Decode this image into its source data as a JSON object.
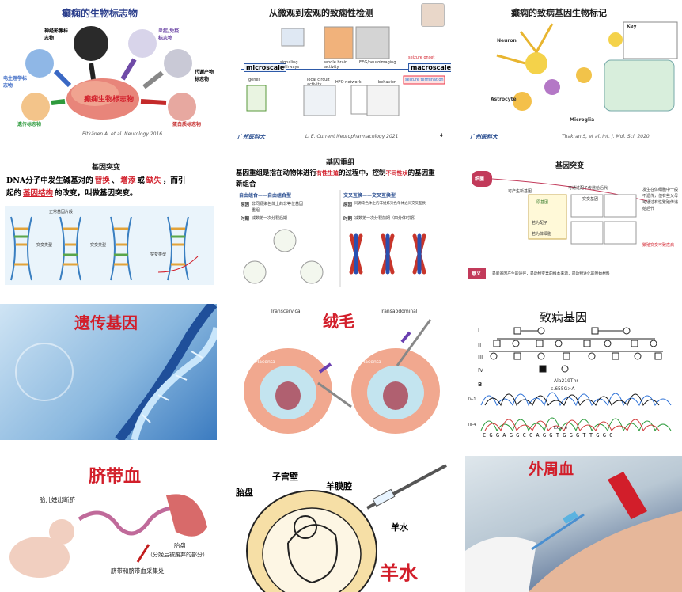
{
  "tiles": {
    "t1": {
      "title": "癫痫的生物标志物",
      "center": "癫痫生物标志物",
      "labels": [
        "神经影像标志物",
        "炎症/免疫标志物",
        "电生理学标志物",
        "代谢产物标志物",
        "遗传标志物",
        "蛋白质标志物"
      ],
      "citation": "Pitkänen A, et al. Neurology 2016"
    },
    "t2": {
      "title": "从微观到宏观的致痫性检测",
      "microscale": "microscale",
      "macroscale": "macroscale",
      "labels": [
        "genes",
        "signaling pathways",
        "local circuit activity",
        "HFO network",
        "whole brain activity",
        "EEG/neuroimaging",
        "seizure onset",
        "behavior",
        "seizure termination"
      ],
      "citation": "Li E. Current Neuropharmacology 2021",
      "page": "4"
    },
    "t3": {
      "title": "癫痫的致病基因生物标记",
      "labels": [
        "Neuron",
        "Astrocyte",
        "Microglia",
        "Key"
      ],
      "citation": "Thakran S, et al. Int. J. Mol. Sci. 2020"
    },
    "t4": {
      "title": "基因突变",
      "line1_pre": "DNA分子中发生碱基对的",
      "w1": "替换",
      "w2": "增添",
      "sep": "或",
      "w3": "缺失",
      "line1_post": "，而引",
      "line2_pre": "起的",
      "w4": "基因结构",
      "line2_post": "的改变，叫做基因突变。",
      "small": [
        "正常基因片段",
        "突变类型",
        "突变类型",
        "突变类型"
      ]
    },
    "t5": {
      "title": "基因重组",
      "line1_pre": "基因重组是指在",
      "bold1": "动",
      "line1_mid": "物体进行",
      "w1": "有性生殖",
      "line1_mid2": "的过程中，控制",
      "w2": "不同性状",
      "line1_post": "的基因重",
      "line2": "新组合",
      "left_head": "自由组合——自由组合型",
      "right_head": "交叉互换——交叉互换型",
      "left_row1_label": "原因",
      "left_row1": "非同源染色体上的非等位基因",
      "left_row1_tail": "重组",
      "left_row2_label": "时期",
      "left_row2": "减数第一次分裂后期",
      "right_row1_label": "原因",
      "right_row1": "同源染色体上的非姐妹染色单体之间交叉互换",
      "right_row2_label": "时期",
      "right_row2": "减数第一次分裂前期（四分体时期）"
    },
    "t6": {
      "title": "基因突变",
      "origin": "细菌",
      "labels": [
        "可产生新基因",
        "可通过配子传递给后代",
        "原基因",
        "突变基因",
        "若为配子",
        "若为体细胞",
        "发生在体细胞中一般不遗传，但有些父母可通过有性繁殖传递给后代",
        "繁殖突变可致癌病"
      ],
      "meaning": "意义",
      "meaning_text": "是新基因产生的途径，是动物变异的根本来源，是动物进化的原始材料"
    },
    "t7": {
      "title": "遗传基因"
    },
    "t8": {
      "title": "绒毛",
      "left": "Transcervical",
      "right": "Transabdominal",
      "placenta": "Placenta"
    },
    "t9": {
      "title": "致病基因",
      "rows": [
        "I",
        "II",
        "III",
        "IV",
        "B"
      ],
      "mutation": "Ala219Thr",
      "variant": "c.655G>A",
      "tracks": [
        "IV-1",
        "III-4"
      ],
      "exon": "Exon 6",
      "sequence": "C G G A G G C C A G G T G G G T T G G C"
    },
    "t10": {
      "title": "脐带血",
      "l1": "胎儿娩出断脐",
      "l2": "胎盘",
      "l3": "（分娩后被废弃的部分）",
      "l4": "脐带和脐带血采集处"
    },
    "t11": {
      "title": "羊水",
      "l1": "子宫壁",
      "l2": "胎盘",
      "l3": "羊膜腔",
      "l4": "羊水"
    },
    "t12": {
      "title": "外周血"
    }
  }
}
